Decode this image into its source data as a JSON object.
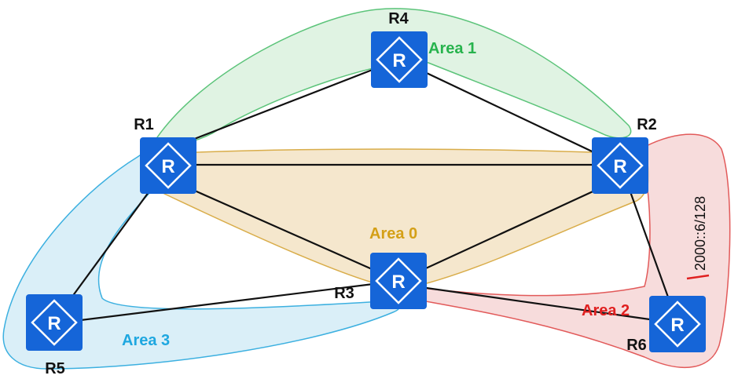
{
  "routers": {
    "r1": {
      "label": "R1"
    },
    "r2": {
      "label": "R2"
    },
    "r3": {
      "label": "R3"
    },
    "r4": {
      "label": "R4"
    },
    "r5": {
      "label": "R5"
    },
    "r6": {
      "label": "R6"
    }
  },
  "router_glyph": "R",
  "areas": {
    "area0": {
      "label": "Area 0",
      "color": "#d4a017"
    },
    "area1": {
      "label": "Area 1",
      "color": "#27b34d"
    },
    "area2": {
      "label": "Area 2",
      "color": "#e02020"
    },
    "area3": {
      "label": "Area 3",
      "color": "#1ea7e0"
    }
  },
  "interface_address": "2000::6/128",
  "colors": {
    "router_fill": "#1565d8",
    "link": "#111111"
  }
}
